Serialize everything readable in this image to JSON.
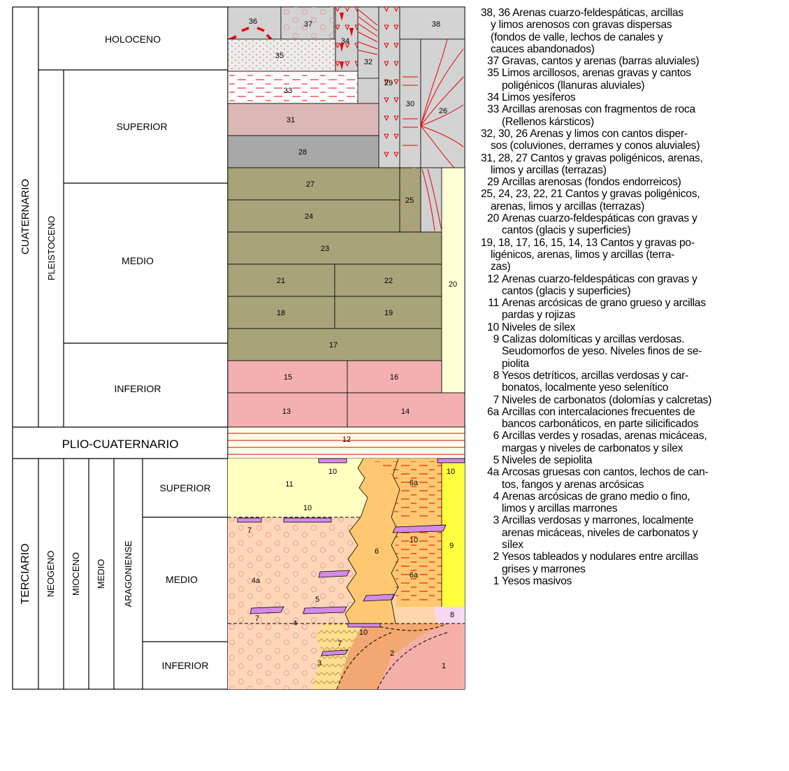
{
  "chart_labels": {
    "eras": [
      "CUATERNARIO",
      "PLIO-CUATERNARIO",
      "TERCIARIO"
    ],
    "periods": [
      "PLEISTOCENO",
      "NEOGENO"
    ],
    "series": [
      "HOLOCENO",
      "SUPERIOR",
      "MEDIO",
      "INFERIOR",
      "MIOCENO"
    ],
    "tertiary_sub": [
      "MEDIO",
      "ARAGONIENSE",
      "SUPERIOR",
      "MEDIO",
      "INFERIOR"
    ]
  },
  "units": [
    "36",
    "37",
    "34",
    "38",
    "35",
    "32",
    "29",
    "33",
    "30",
    "26",
    "31",
    "28",
    "27",
    "25",
    "24",
    "23",
    "21",
    "22",
    "20",
    "18",
    "19",
    "17",
    "15",
    "16",
    "13",
    "14",
    "12",
    "10",
    "11",
    "6a",
    "10",
    "10",
    "7",
    "9",
    "6",
    "4a",
    "5",
    "8",
    "7",
    "4",
    "10",
    "7",
    "3",
    "2",
    "1"
  ],
  "legend": [
    {
      "code": "",
      "head": "38, 36",
      "text": "Arenas cuarzo-feldespáticas, arcillas\ny limos arenosos con gravas dispersas\n(fondos de valle, lechos de canales y\ncauces abandonados)"
    },
    {
      "code": "37",
      "head": "",
      "text": "Gravas, cantos y arenas (barras aluviales)"
    },
    {
      "code": "35",
      "head": "",
      "text": "Limos arcillosos, arenas gravas y cantos\npoligénicos (llanuras aluviales)"
    },
    {
      "code": "34",
      "head": "",
      "text": "Limos yesíferos"
    },
    {
      "code": "33",
      "head": "",
      "text": "Arcillas arenosas con fragmentos de roca\n(Rellenos kársticos)"
    },
    {
      "code": "",
      "head": "32, 30, 26",
      "text": "Arenas y limos con cantos disper-\nsos (coluviones, derrames y conos aluviales)"
    },
    {
      "code": "",
      "head": "31, 28, 27",
      "text": "Cantos y gravas poligénicos, arenas,\nlimos y arcillas (terrazas)"
    },
    {
      "code": "29",
      "head": "",
      "text": "Arcillas arenosas (fondos endorreicos)"
    },
    {
      "code": "",
      "head": "25, 24, 23, 22, 21",
      "text": "Cantos y gravas poligénicos,\narenas, limos y arcillas (terrazas)"
    },
    {
      "code": "20",
      "head": "",
      "text": "Arenas cuarzo-feldespáticas con gravas y\ncantos (glacis y superficies)"
    },
    {
      "code": "",
      "head": "19, 18, 17, 16, 15, 14, 13",
      "text": "Cantos y gravas po-\nligénicos, arenas, limos y arcillas (terra-\nzas)"
    },
    {
      "code": "12",
      "head": "",
      "text": "Arenas cuarzo-feldespáticas con gravas y\ncantos (glacis y superficies)"
    },
    {
      "code": "11",
      "head": "",
      "text": "Arenas arcósicas de grano grueso y arcillas\npardas y rojizas"
    },
    {
      "code": "10",
      "head": "",
      "text": "Niveles de sílex"
    },
    {
      "code": "9",
      "head": "",
      "text": "Calizas dolomíticas y arcillas verdosas.\nSeudomorfos de yeso. Niveles finos de se-\npiolita"
    },
    {
      "code": "8",
      "head": "",
      "text": "Yesos detríticos, arcillas verdosas y car-\nbonatos, localmente yeso selenítico"
    },
    {
      "code": "7",
      "head": "",
      "text": "Niveles de carbonatos (dolomías y calcretas)"
    },
    {
      "code": "6a",
      "head": "",
      "text": "Arcillas con intercalaciones frecuentes de\nbancos carbonáticos, en parte silicificados"
    },
    {
      "code": "6",
      "head": "",
      "text": "Arcillas verdes y rosadas, arenas micáceas,\nmargas y niveles de carbonatos y sílex"
    },
    {
      "code": "5",
      "head": "",
      "text": "Niveles de sepiolita"
    },
    {
      "code": "4a",
      "head": "",
      "text": "Arcosas gruesas con cantos, lechos de can-\ntos, fangos y arenas arcósicas"
    },
    {
      "code": "4",
      "head": "",
      "text": "Arenas arcósicas de grano medio o fino,\nlimos y arcillas marrones"
    },
    {
      "code": "3",
      "head": "",
      "text": "Arcillas verdosas y marrones, localmente\narenas micáceas, niveles de carbonatos y\nsílex"
    },
    {
      "code": "2",
      "head": "",
      "text": "Yesos tableados y nodulares entre arcillas\ngrises y marrones"
    },
    {
      "code": "1",
      "head": "",
      "text": "Yesos masivos"
    }
  ]
}
